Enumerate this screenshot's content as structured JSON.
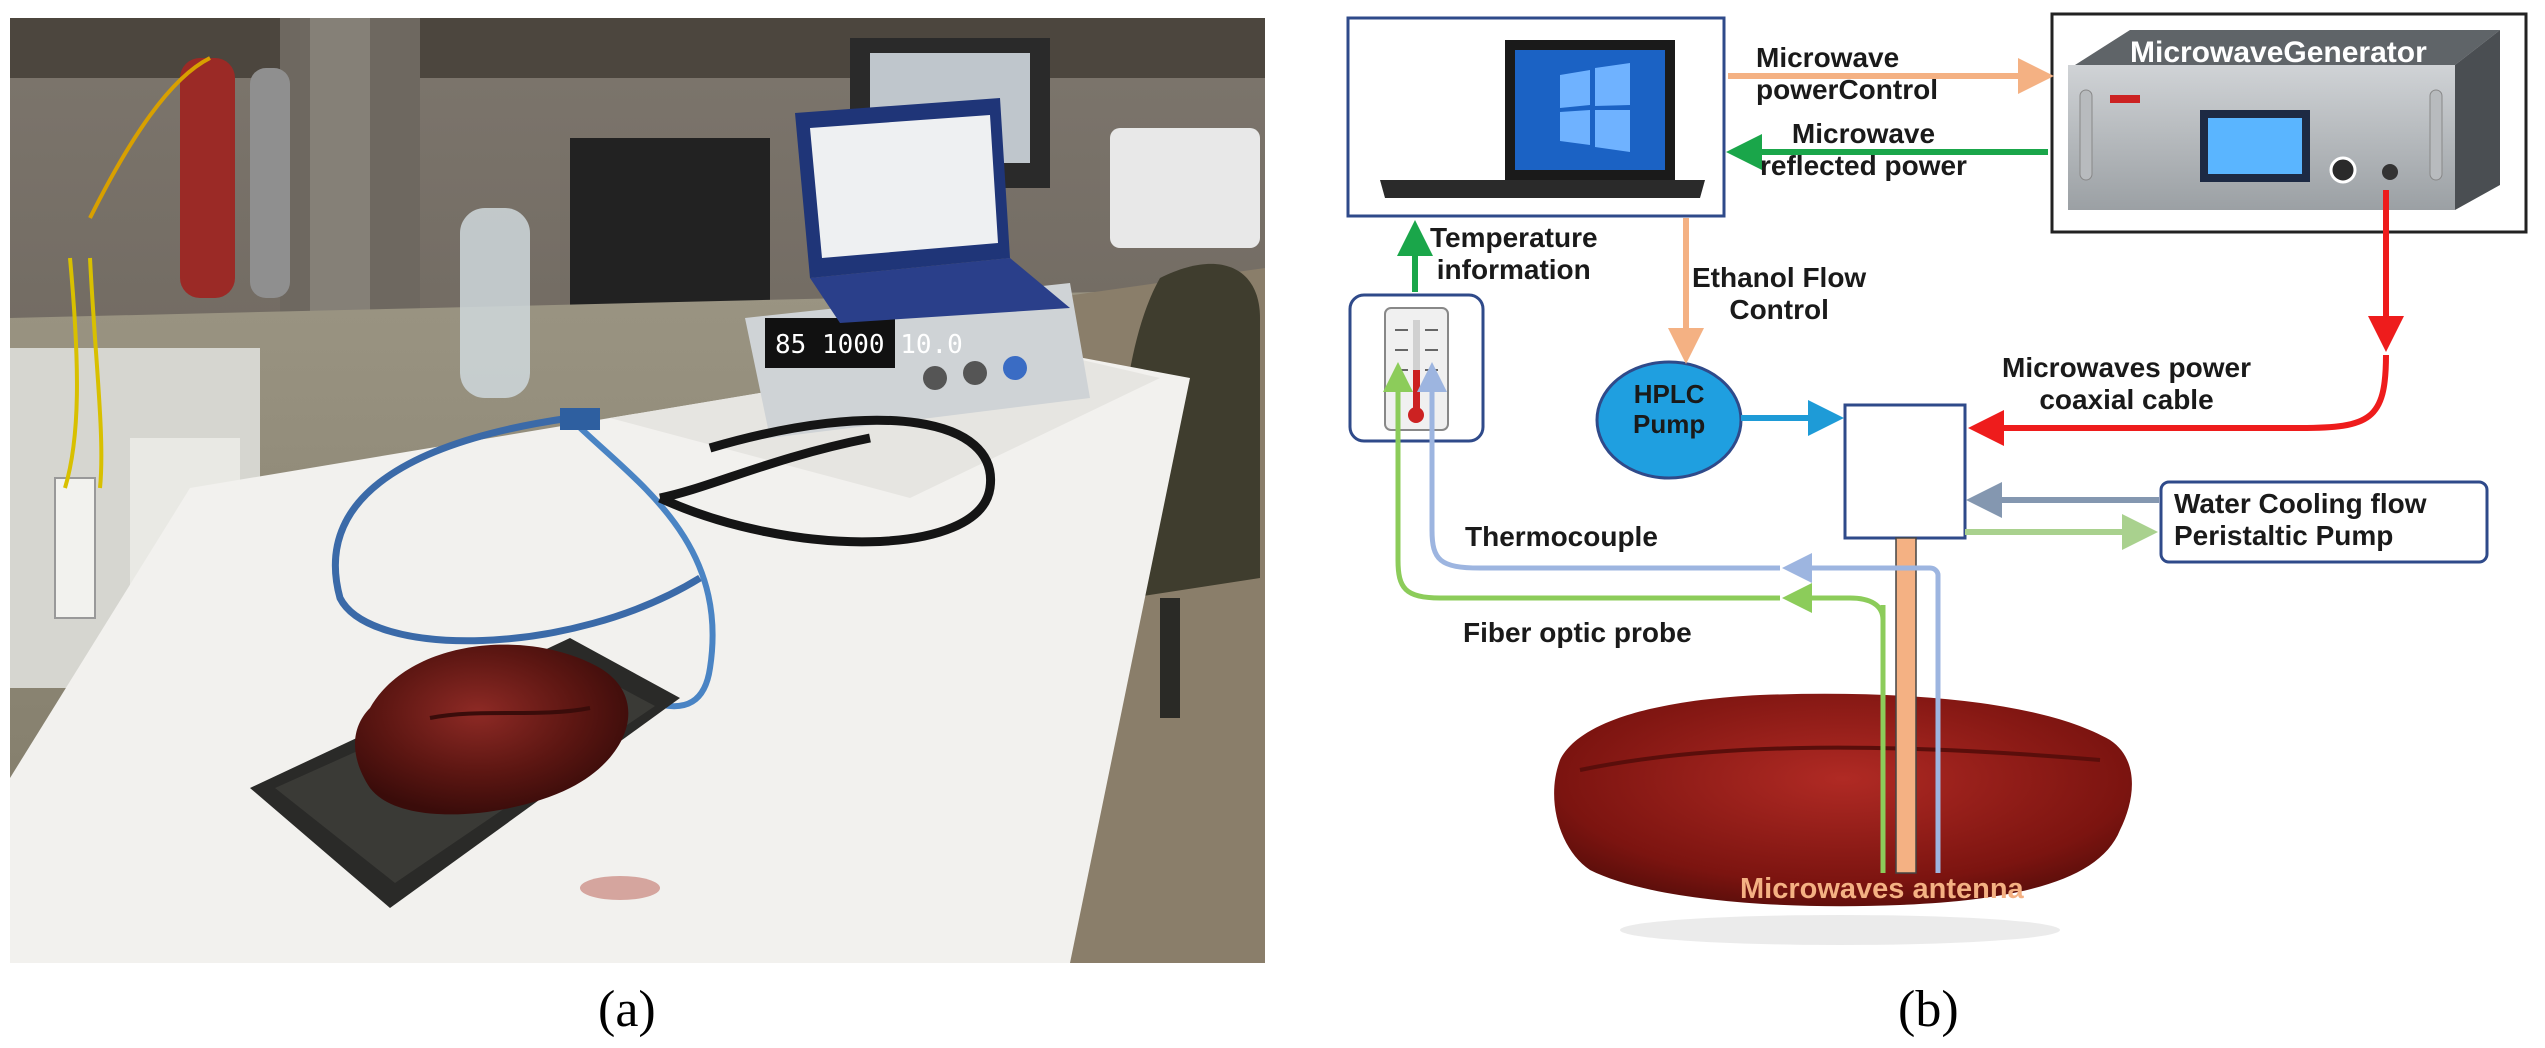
{
  "captions": {
    "panel_a": "(a)",
    "panel_b": "(b)"
  },
  "photo": {
    "display_text": "85  1000  10.0"
  },
  "diagram": {
    "labels": {
      "microwave_power_control": "Microwave\npowerControl",
      "microwave_reflected_power": "Microwave\nreflected power",
      "microwave_generator": "MicrowaveGenerator",
      "temperature_information": "Temperature\ninformation",
      "ethanol_flow_control": "Ethanol Flow\nControl",
      "hplc_pump": "HPLC\nPump",
      "microwaves_power_coaxial_cable": "Microwaves power\ncoaxial cable",
      "water_cooling": "Water Cooling flow\nPeristaltic Pump",
      "thermocouple": "Thermocouple",
      "fiber_optic_probe": "Fiber optic probe",
      "microwaves_antenna": "Microwaves antenna"
    },
    "colors": {
      "box_border": "#2f4a8a",
      "orange": "#f4b183",
      "green": "#1aa64a",
      "red": "#ee1c1c",
      "blue": "#1e9bd7",
      "steel": "#8497b0",
      "light_green": "#a9d18e",
      "light_blue": "#9db5e0",
      "probe_green": "#8ccc5a",
      "hplc_fill": "#1f9fe0",
      "antenna_text": "#f4b183",
      "meat": "#8a1a1a"
    }
  }
}
